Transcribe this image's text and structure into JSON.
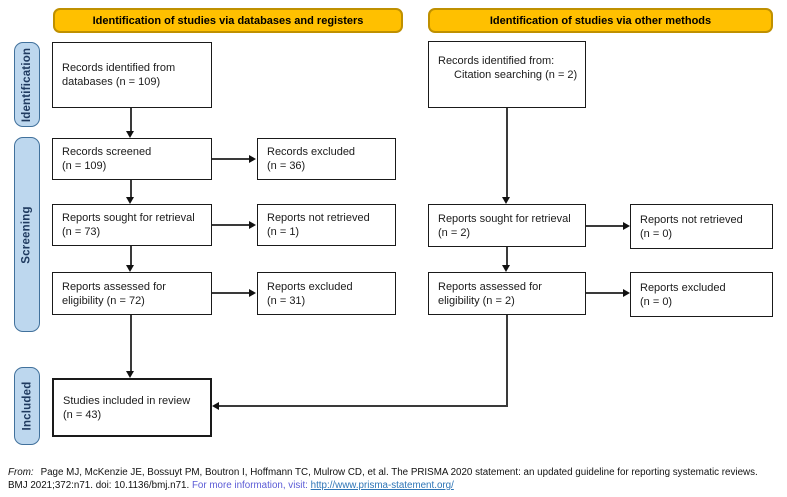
{
  "headers": {
    "left": "Identification of studies via databases and registers",
    "right": "Identification of studies via other methods"
  },
  "side_labels": {
    "identification": "Identification",
    "screening": "Screening",
    "included": "Included"
  },
  "boxes": {
    "db_identified": {
      "line1": "Records identified from",
      "line2": "databases (n = 109)"
    },
    "records_screened": {
      "line1": "Records screened",
      "line2": "(n = 109)"
    },
    "records_excluded": {
      "line1": "Records excluded",
      "line2": "(n = 36)"
    },
    "reports_sought": {
      "line1": "Reports sought for retrieval",
      "line2": "(n = 73)"
    },
    "reports_not_retrieved": {
      "line1": "Reports not retrieved",
      "line2": "(n = 1)"
    },
    "reports_assessed": {
      "line1": "Reports assessed for",
      "line2": "eligibility (n = 72)"
    },
    "reports_excluded": {
      "line1": "Reports excluded",
      "line2": "(n = 31)"
    },
    "studies_included": {
      "line1": "Studies included in review",
      "line2": "(n = 43)"
    },
    "other_identified": {
      "line1": "Records identified from:",
      "line2": "Citation searching (n = 2)"
    },
    "other_sought": {
      "line1": "Reports sought for retrieval",
      "line2": "(n = 2)"
    },
    "other_not_retrieved": {
      "line1": "Reports not retrieved",
      "line2": "(n = 0)"
    },
    "other_assessed": {
      "line1": "Reports assessed for",
      "line2": "eligibility (n = 2)"
    },
    "other_excluded": {
      "line1": "Reports excluded",
      "line2": "(n = 0)"
    }
  },
  "footer": {
    "from_label": "From:",
    "citation": "Page MJ, McKenzie JE, Bossuyt PM, Boutron I, Hoffmann TC, Mulrow CD, et al. The PRISMA 2020 statement: an updated guideline for reporting systematic reviews.",
    "ref_line": "BMJ 2021;372:n71. doi: 10.1136/bmj.n71.",
    "more_info": "For more information, visit:",
    "link_text": "http://www.prisma-statement.org/",
    "link_href": "http://www.prisma-statement.org/"
  },
  "colors": {
    "header_bg": "#FFC000",
    "header_border": "#BF9000",
    "side_label_bg": "#BDD7EE",
    "side_label_border": "#41719C",
    "more_info_text": "#5B5BD6",
    "link": "#2E75B6"
  }
}
